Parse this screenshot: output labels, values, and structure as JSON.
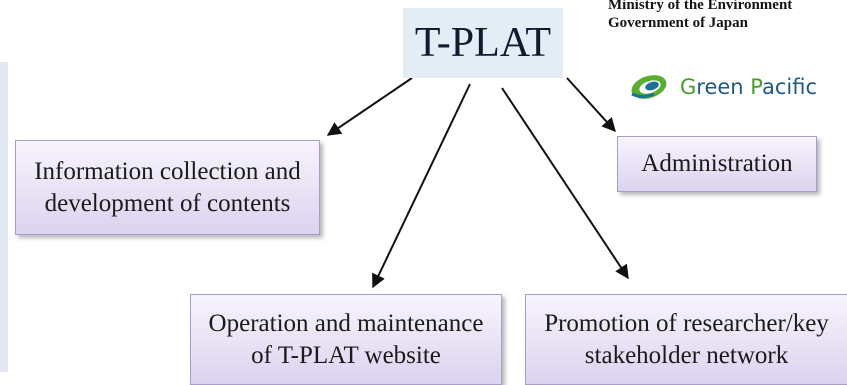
{
  "title": "T-PLAT",
  "logos": {
    "ministry_line1": "Ministry of the Environment",
    "ministry_line2": "Government of Japan",
    "green_pacific": {
      "letter1": "G",
      "part1": "reen ",
      "letter2": "P",
      "part2": "acific"
    }
  },
  "nodes": {
    "info": "Information collection and\ndevelopment  of contents",
    "admin": "Administration",
    "operation": "Operation and maintenance\nof T-PLAT  website",
    "promotion": "Promotion of researcher/key\nstakeholder  network"
  },
  "colors": {
    "title_bg": "#e4ecf5",
    "node_fill_top": "#f7f4fd",
    "node_fill_bottom": "#dcd3ef",
    "node_border": "#a99cc8",
    "logo_green": "#4a9a2e",
    "logo_blue": "#1f5a85"
  }
}
